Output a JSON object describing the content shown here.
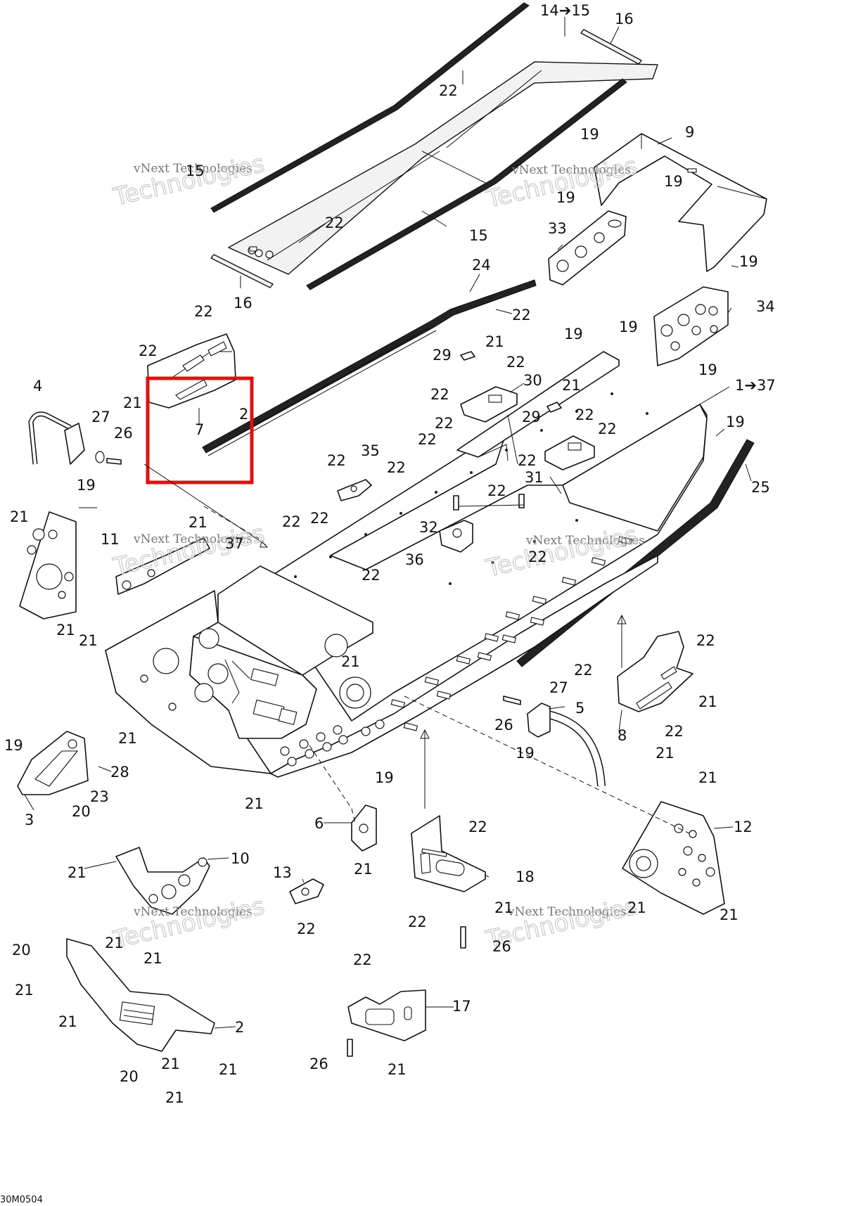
{
  "diagram_code": "30M0504",
  "highlight_color": "#e01010",
  "watermark": {
    "line1": "vNext Technologies",
    "line2": "Technologies"
  },
  "callouts": [
    {
      "id": "c-14-15",
      "text": "14➔15"
    },
    {
      "id": "c-16-top",
      "text": "16"
    },
    {
      "id": "c-22-a",
      "text": "22"
    },
    {
      "id": "c-15-left",
      "text": "15"
    },
    {
      "id": "c-19-a",
      "text": "19"
    },
    {
      "id": "c-9",
      "text": "9"
    },
    {
      "id": "c-19-b",
      "text": "19"
    },
    {
      "id": "c-19-c",
      "text": "19"
    },
    {
      "id": "c-22-b",
      "text": "22"
    },
    {
      "id": "c-15-mid",
      "text": "15"
    },
    {
      "id": "c-33",
      "text": "33"
    },
    {
      "id": "c-19-d",
      "text": "19"
    },
    {
      "id": "c-16-bot",
      "text": "16"
    },
    {
      "id": "c-24",
      "text": "24"
    },
    {
      "id": "c-34",
      "text": "34"
    },
    {
      "id": "c-22-c",
      "text": "22"
    },
    {
      "id": "c-22-d",
      "text": "22"
    },
    {
      "id": "c-22-e",
      "text": "22"
    },
    {
      "id": "c-19-e",
      "text": "19"
    },
    {
      "id": "c-19-f",
      "text": "19"
    },
    {
      "id": "c-21-a",
      "text": "21"
    },
    {
      "id": "c-29-a",
      "text": "29"
    },
    {
      "id": "c-22-f",
      "text": "22"
    },
    {
      "id": "c-19-g",
      "text": "19"
    },
    {
      "id": "c-1-37",
      "text": "1➔37"
    },
    {
      "id": "c-4",
      "text": "4"
    },
    {
      "id": "c-21-b",
      "text": "21"
    },
    {
      "id": "c-7",
      "text": "7"
    },
    {
      "id": "c-2-box",
      "text": "2"
    },
    {
      "id": "c-30",
      "text": "30"
    },
    {
      "id": "c-22-g",
      "text": "22"
    },
    {
      "id": "c-21-c",
      "text": "21"
    },
    {
      "id": "c-27-a",
      "text": "27"
    },
    {
      "id": "c-26-a",
      "text": "26"
    },
    {
      "id": "c-29-b",
      "text": "29"
    },
    {
      "id": "c-22-h",
      "text": "22"
    },
    {
      "id": "c-22-i",
      "text": "22"
    },
    {
      "id": "c-19-h",
      "text": "19"
    },
    {
      "id": "c-22-j",
      "text": "22"
    },
    {
      "id": "c-22-k",
      "text": "22"
    },
    {
      "id": "c-35",
      "text": "35"
    },
    {
      "id": "c-22-l",
      "text": "22"
    },
    {
      "id": "c-22-m",
      "text": "22"
    },
    {
      "id": "c-22-n",
      "text": "22"
    },
    {
      "id": "c-31",
      "text": "31"
    },
    {
      "id": "c-25",
      "text": "25"
    },
    {
      "id": "c-19-i",
      "text": "19"
    },
    {
      "id": "c-22-o",
      "text": "22"
    },
    {
      "id": "c-21-d",
      "text": "21"
    },
    {
      "id": "c-11",
      "text": "11"
    },
    {
      "id": "c-21-e",
      "text": "21"
    },
    {
      "id": "c-37",
      "text": "37"
    },
    {
      "id": "c-22-p",
      "text": "22"
    },
    {
      "id": "c-22-q",
      "text": "22"
    },
    {
      "id": "c-32",
      "text": "32"
    },
    {
      "id": "c-36",
      "text": "36"
    },
    {
      "id": "c-22-r",
      "text": "22"
    },
    {
      "id": "c-22-s",
      "text": "22"
    },
    {
      "id": "c-21-f",
      "text": "21"
    },
    {
      "id": "c-21-g",
      "text": "21"
    },
    {
      "id": "c-21-h",
      "text": "21"
    },
    {
      "id": "c-22-t",
      "text": "22"
    },
    {
      "id": "c-22-u",
      "text": "22"
    },
    {
      "id": "c-27-b",
      "text": "27"
    },
    {
      "id": "c-5",
      "text": "5"
    },
    {
      "id": "c-21-i",
      "text": "21"
    },
    {
      "id": "c-26-b",
      "text": "26"
    },
    {
      "id": "c-22-v",
      "text": "22"
    },
    {
      "id": "c-21-j",
      "text": "21"
    },
    {
      "id": "c-19-j",
      "text": "19"
    },
    {
      "id": "c-8",
      "text": "8"
    },
    {
      "id": "c-21-k",
      "text": "21"
    },
    {
      "id": "c-19-k",
      "text": "19"
    },
    {
      "id": "c-28",
      "text": "28"
    },
    {
      "id": "c-23",
      "text": "23"
    },
    {
      "id": "c-20-a",
      "text": "20"
    },
    {
      "id": "c-3",
      "text": "3"
    },
    {
      "id": "c-19-l",
      "text": "19"
    },
    {
      "id": "c-21-l",
      "text": "21"
    },
    {
      "id": "c-21-m",
      "text": "21"
    },
    {
      "id": "c-12",
      "text": "12"
    },
    {
      "id": "c-6",
      "text": "6"
    },
    {
      "id": "c-22-w",
      "text": "22"
    },
    {
      "id": "c-21-n",
      "text": "21"
    },
    {
      "id": "c-10",
      "text": "10"
    },
    {
      "id": "c-21-o",
      "text": "21"
    },
    {
      "id": "c-13",
      "text": "13"
    },
    {
      "id": "c-18",
      "text": "18"
    },
    {
      "id": "c-21-p",
      "text": "21"
    },
    {
      "id": "c-21-q",
      "text": "21"
    },
    {
      "id": "c-22-x",
      "text": "22"
    },
    {
      "id": "c-21-r",
      "text": "21"
    },
    {
      "id": "c-21-s",
      "text": "21"
    },
    {
      "id": "c-21-t",
      "text": "21"
    },
    {
      "id": "c-22-y",
      "text": "22"
    },
    {
      "id": "c-26-c",
      "text": "26"
    },
    {
      "id": "c-20-b",
      "text": "20"
    },
    {
      "id": "c-21-u",
      "text": "21"
    },
    {
      "id": "c-21-v",
      "text": "21"
    },
    {
      "id": "c-22-z",
      "text": "22"
    },
    {
      "id": "c-17",
      "text": "17"
    },
    {
      "id": "c-2-bot",
      "text": "2"
    },
    {
      "id": "c-21-w",
      "text": "21"
    },
    {
      "id": "c-20-c",
      "text": "20"
    },
    {
      "id": "c-21-x",
      "text": "21"
    },
    {
      "id": "c-21-y",
      "text": "21"
    },
    {
      "id": "c-26-d",
      "text": "26"
    },
    {
      "id": "c-21-z",
      "text": "21"
    }
  ]
}
